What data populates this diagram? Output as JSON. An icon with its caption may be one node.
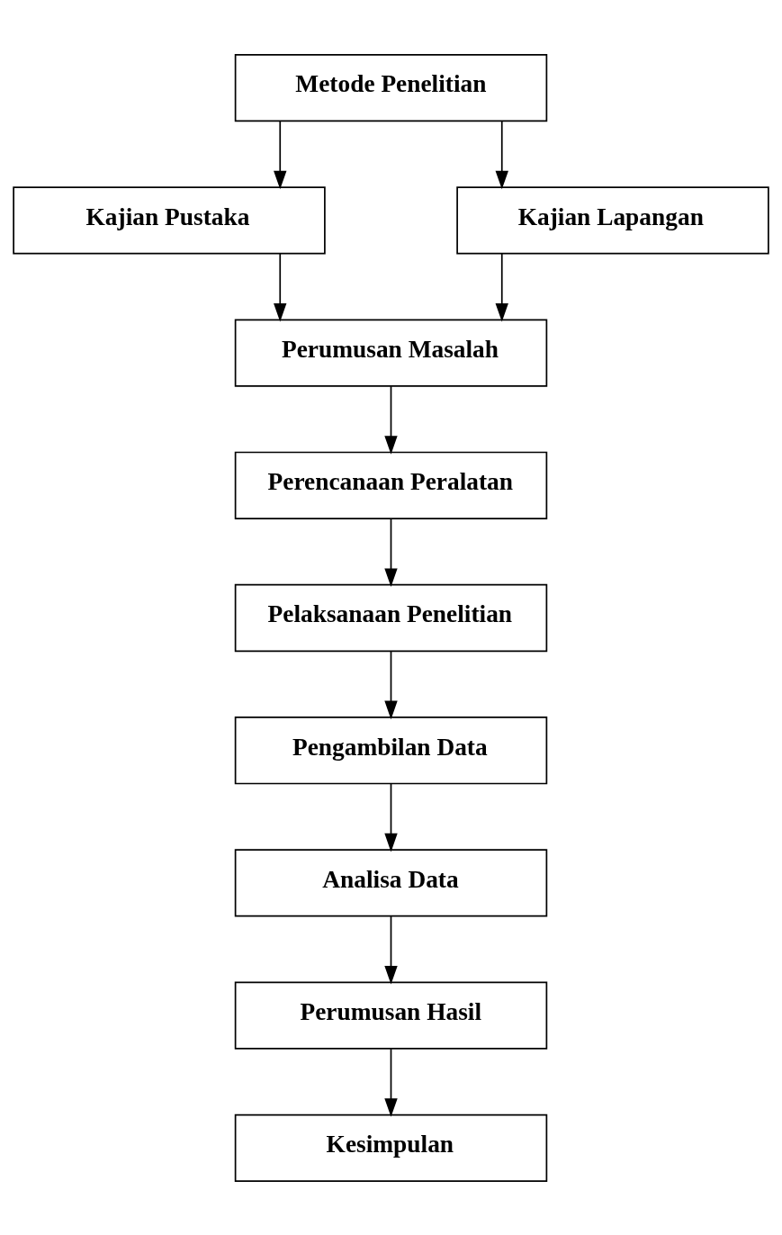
{
  "diagram": {
    "nodes": [
      {
        "text": [
          "Metode Penelitian"
        ]
      },
      {
        "text": [
          "Kajian Pustaka"
        ]
      },
      {
        "text": [
          "Kajian Lapangan"
        ]
      },
      {
        "text": [
          "Perumusan Masalah"
        ]
      },
      {
        "text": [
          "Perencanaan Peralatan"
        ]
      },
      {
        "text": [
          "Pelaksanaan Penelitian"
        ]
      },
      {
        "text": [
          "Pengambilan Data"
        ]
      },
      {
        "text": [
          "Analisa Data"
        ]
      },
      {
        "text": [
          "Perumusan Hasil"
        ]
      },
      {
        "text": [
          "Kesimpulan"
        ]
      }
    ],
    "edges": [
      {
        "from": 0,
        "to": 1,
        "arrow": "to"
      },
      {
        "from": 0,
        "to": 2,
        "arrow": "to"
      },
      {
        "from": 1,
        "to": 3,
        "arrow": "to"
      },
      {
        "from": 2,
        "to": 3,
        "arrow": "to"
      },
      {
        "from": 3,
        "to": 4,
        "arrow": "to"
      },
      {
        "from": 4,
        "to": 5,
        "arrow": "to"
      },
      {
        "from": 5,
        "to": 6,
        "arrow": "to"
      },
      {
        "from": 6,
        "to": 7,
        "arrow": "to"
      },
      {
        "from": 7,
        "to": 8,
        "arrow": "to"
      },
      {
        "from": 8,
        "to": 9,
        "arrow": "to"
      }
    ]
  }
}
